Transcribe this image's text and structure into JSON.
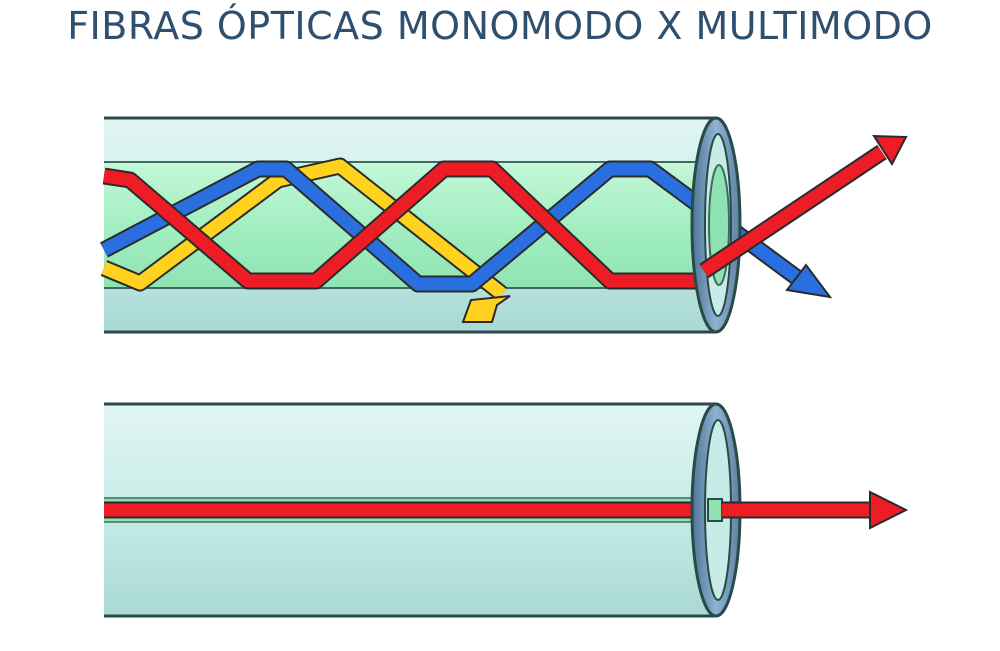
{
  "title": "FIBRAS ÓPTICAS MONOMODO X MULTIMODO",
  "colors": {
    "title_text": "#2f4f6f",
    "cladding": "#c7ece8",
    "cladding_edge": "#2a4a48",
    "core": "#a8f0c5",
    "end_ring": "#6f94b5",
    "ray_red": "#ee1c24",
    "ray_blue": "#2a6fe0",
    "ray_yellow": "#ffd21f"
  },
  "fibers": [
    {
      "name": "multimode",
      "rays": [
        "red",
        "blue",
        "yellow"
      ]
    },
    {
      "name": "single-mode",
      "rays": [
        "red"
      ]
    }
  ]
}
